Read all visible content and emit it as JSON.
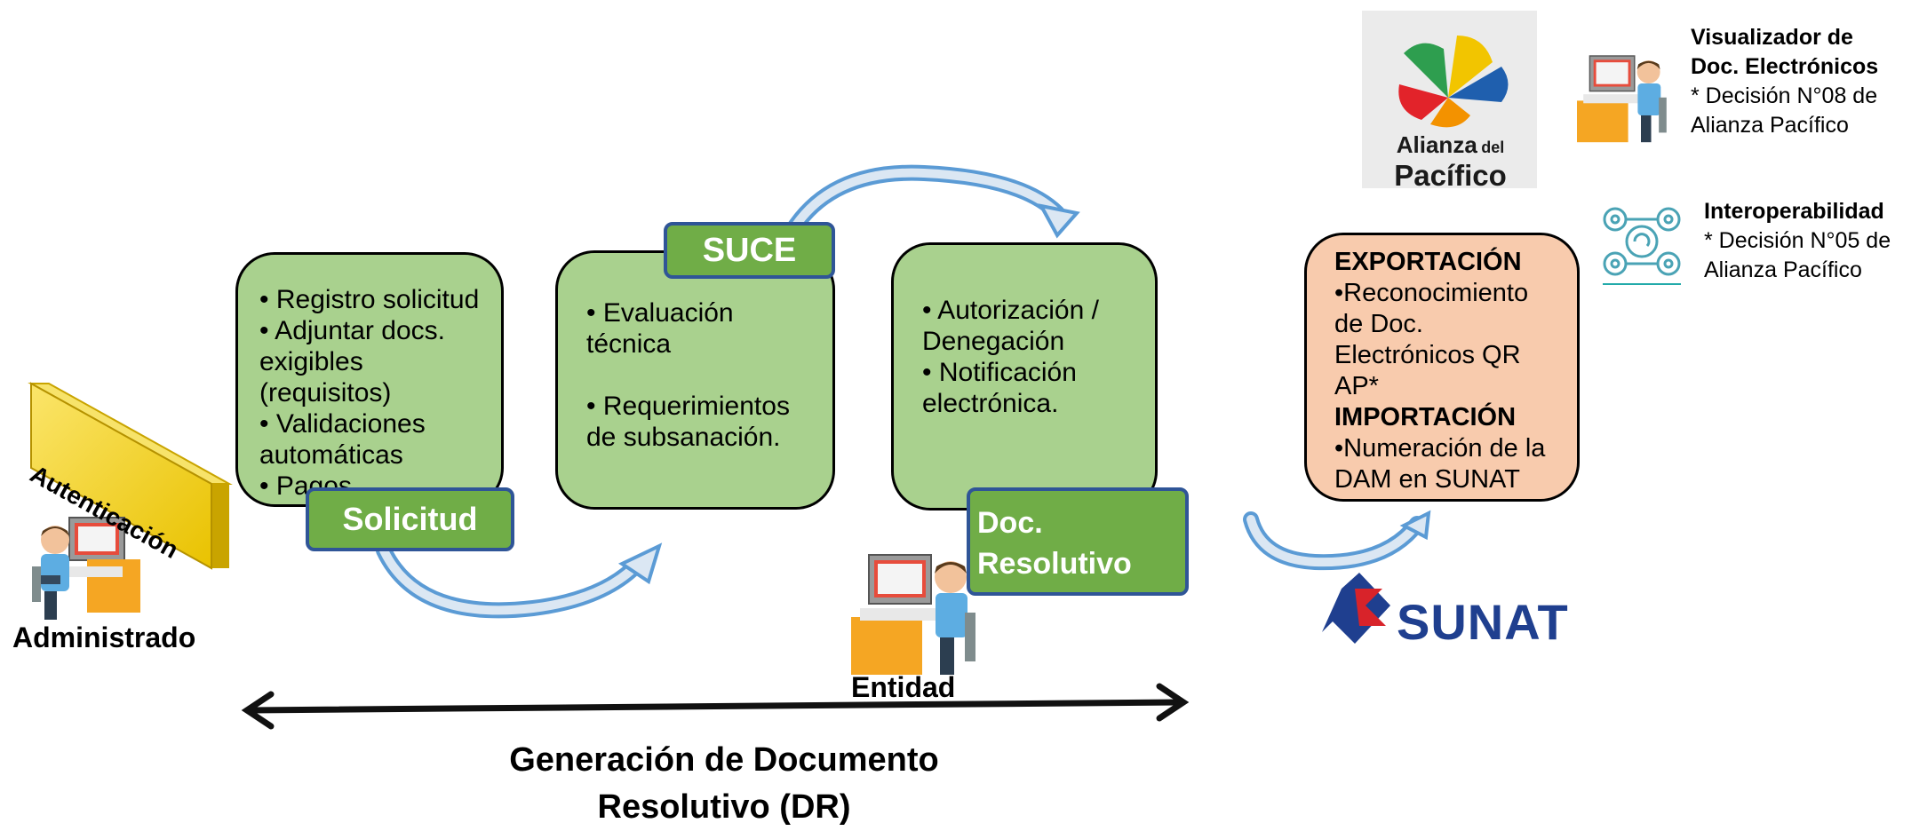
{
  "auth_label": "Autenticación",
  "administrado_label": "Administrado",
  "entidad_label": "Entidad",
  "solicitud": {
    "items": [
      "• Registro solicitud",
      "• Adjuntar  docs. exigibles (requisitos)",
      "• Validaciones automáticas",
      "• Pagos electrónicos"
    ],
    "tag": "Solicitud"
  },
  "suce": {
    "tag": "SUCE",
    "items": [
      "• Evaluación técnica",
      "• Requerimientos de subsanación."
    ]
  },
  "resolutivo": {
    "items": [
      "• Autorización / Denegación",
      "• Notificación electrónica."
    ],
    "tag_line1": "Doc.",
    "tag_line2": "Resolutivo"
  },
  "sunat_box": {
    "export_title": "EXPORTACIÓN",
    "export_text": "•Reconocimiento de Doc. Electrónicos QR AP*",
    "import_title": "IMPORTACIÓN",
    "import_text": "•Numeración de la DAM en SUNAT"
  },
  "alianza_logo": {
    "line1": "Alianza",
    "line1_small": "del",
    "line2": "Pacífico"
  },
  "sunat_logo": "SUNAT",
  "visualizador": {
    "title1": "Visualizador de",
    "title2": "Doc. Electrónicos",
    "text1": "* Decisión N°08 de",
    "text2": "Alianza Pacífico"
  },
  "interoperabilidad": {
    "title": "Interoperabilidad",
    "text1": "* Decisión N°05 de",
    "text2": "Alianza Pacífico"
  },
  "bottom_title": {
    "line1": "Generación de Documento",
    "line2": "Resolutivo (DR)"
  },
  "colors": {
    "box_green": "#a9d18e",
    "tag_green": "#70ad47",
    "tag_border": "#2f5597",
    "orange_box": "#f8cbad",
    "arrow_blue": "#5b9bd5",
    "sunat_blue": "#1f3f8f",
    "sunat_red": "#d8232a",
    "auth_gold": "#f5d30f"
  }
}
